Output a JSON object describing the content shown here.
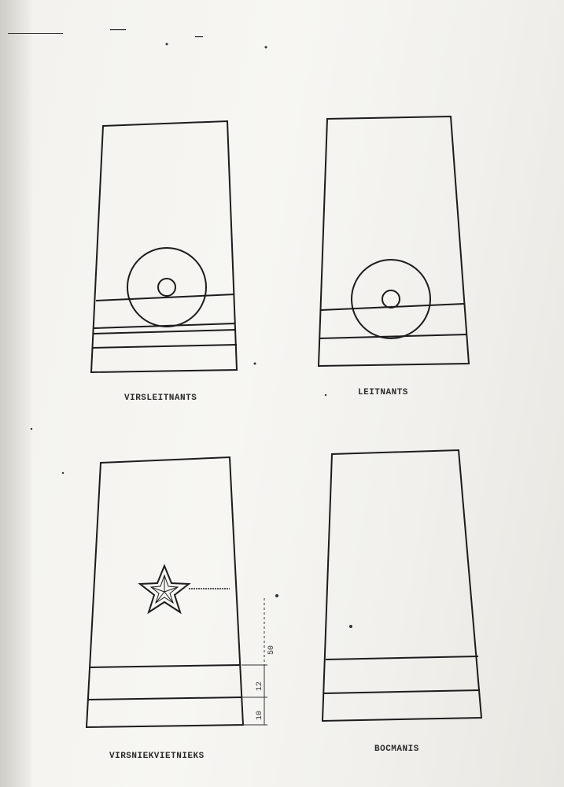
{
  "captions": {
    "top_left": "VIRSLEITNANTS",
    "top_right": "LEITNANTS",
    "bottom_left": "VIRSNIEKVIETNIEKS",
    "bottom_right": "BOCMANIS"
  },
  "dimensions": {
    "d50": "50",
    "d12": "12",
    "d10": "10"
  }
}
